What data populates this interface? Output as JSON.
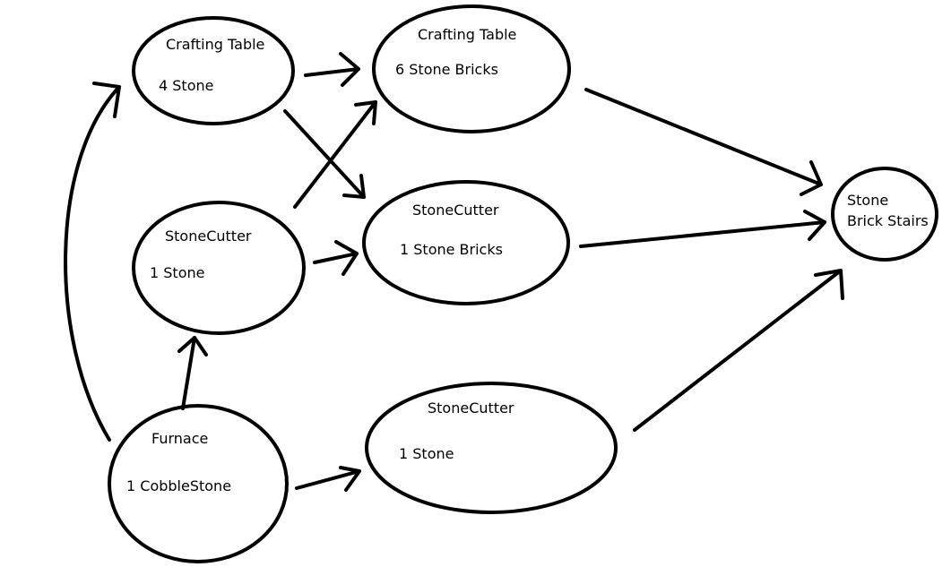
{
  "nodes": {
    "crafting_table_top": {
      "title": "Crafting Table",
      "detail": "4 Stone"
    },
    "crafting_table_bricks": {
      "title": "Crafting Table",
      "detail": "6 Stone Bricks"
    },
    "stonecutter_stone": {
      "title": "StoneCutter",
      "detail": "1 Stone"
    },
    "stonecutter_bricks": {
      "title": "StoneCutter",
      "detail": "1 Stone Bricks"
    },
    "furnace": {
      "title": "Furnace",
      "detail": "1 CobbleStone"
    },
    "stonecutter_bottom": {
      "title": "StoneCutter",
      "detail": "1 Stone"
    },
    "result": {
      "line1": "Stone",
      "line2": "Brick Stairs"
    }
  },
  "colors": {
    "ink": "#000000",
    "background": "#ffffff"
  }
}
